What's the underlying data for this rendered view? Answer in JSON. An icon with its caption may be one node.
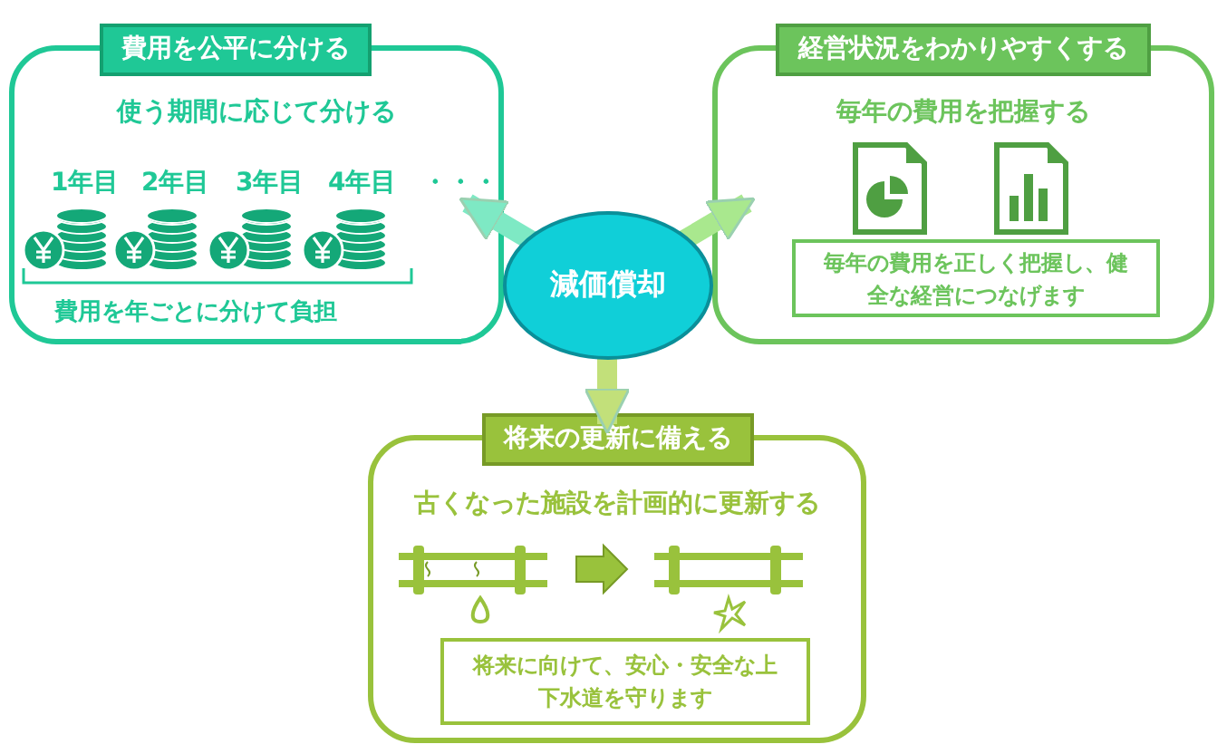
{
  "diagram": {
    "nodes": [
      {
        "text": [
          "費用を公平に分ける",
          "使う期間に応じて分ける"
        ]
      },
      {
        "text": [
          "経営状況をわかりやすくする",
          "毎年の費用を把握する"
        ]
      },
      {
        "text": [
          "毎年の費用を正しく把握し、健全な経営につなげます"
        ],
        "in": 1
      },
      {
        "text": [
          "減価償却"
        ]
      },
      {
        "text": [
          "将来の更新に備える",
          "古くなった施設を計画的に更新する"
        ]
      },
      {
        "text": [
          "将来に向けて、安心・安全な上下水道を守ります"
        ],
        "in": 4
      }
    ],
    "edges": [
      {
        "from": 3,
        "to": 0,
        "arrow": "to"
      },
      {
        "from": 3,
        "to": 1,
        "arrow": "to"
      },
      {
        "from": 3,
        "to": 4,
        "arrow": "to"
      }
    ],
    "labels": [
      "1年目",
      "2年目",
      "3年目",
      "4年目",
      "・・・",
      "費用を年ごとに分けて負担"
    ]
  }
}
